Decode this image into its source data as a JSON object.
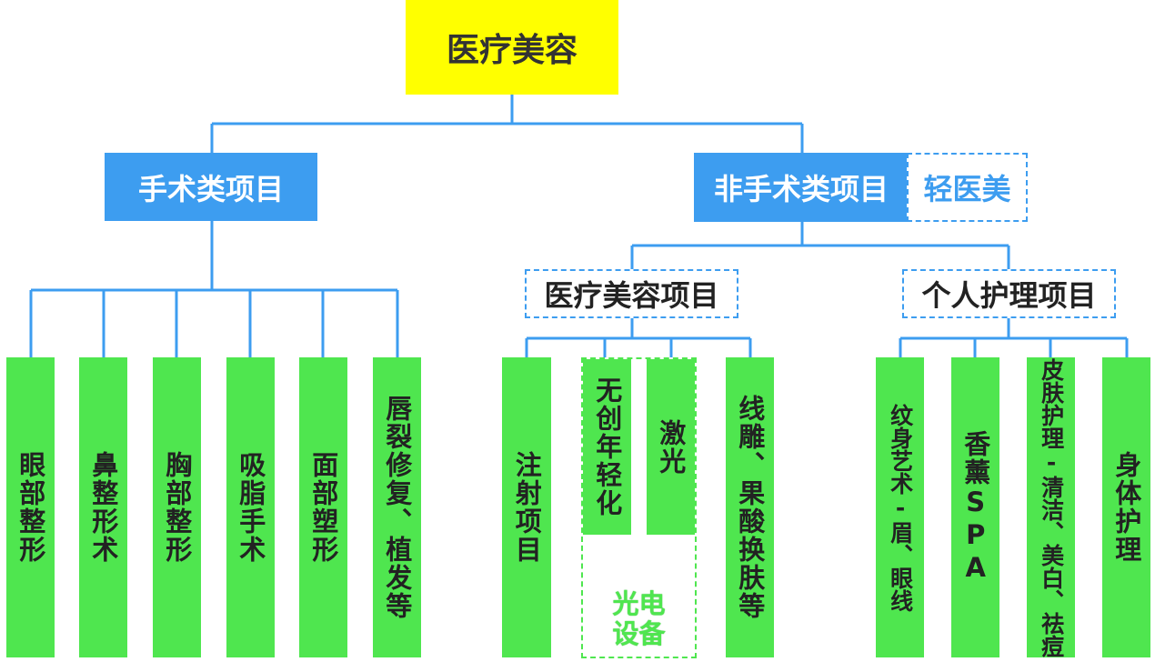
{
  "root": {
    "label": "医疗美容"
  },
  "surgical": {
    "label": "手术类项目",
    "items": [
      "眼部整形",
      "鼻整形术",
      "胸部整形",
      "吸脂手术",
      "面部塑形",
      "唇裂修复、植发等"
    ]
  },
  "non_surgical": {
    "label": "非手术类项目",
    "tag": "轻医美",
    "medical": {
      "label": "医疗美容项目",
      "items": [
        "注射项目",
        "无创年轻化",
        "激光",
        "线雕、果酸换肤等"
      ],
      "group_label_line1": "光电",
      "group_label_line2": "设备"
    },
    "personal": {
      "label": "个人护理项目",
      "items": [
        "纹身艺术-眉、眼线",
        "香薰SPA",
        "皮肤护理-清洁、美白、祛痘",
        "身体护理"
      ]
    }
  },
  "colors": {
    "root": "#ffff00",
    "category": "#3d9df0",
    "leaf": "#4fe64f",
    "connector": "#3d9df0"
  }
}
